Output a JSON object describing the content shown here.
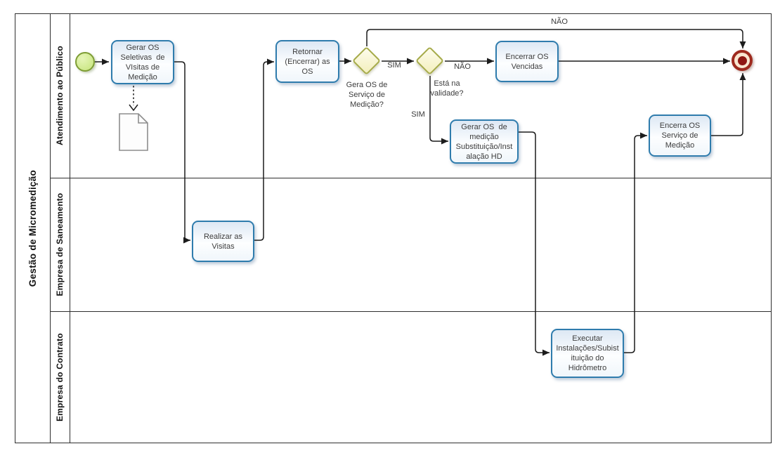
{
  "diagram": {
    "pool": {
      "title": "Gestão de Micromedição",
      "lanes": [
        {
          "id": "atendimento",
          "label": "Atendimento ao Público"
        },
        {
          "id": "saneamento",
          "label": "Empresa de Saneamento"
        },
        {
          "id": "contrato",
          "label": "Empresa do Contrato"
        }
      ]
    },
    "nodes": {
      "start_event": {
        "type": "start-event",
        "lane": "atendimento"
      },
      "task_gerar_os_seletivas": {
        "type": "task",
        "lane": "atendimento",
        "label": [
          "Gerar OS",
          "Seletivas  de",
          "VIsitas de",
          "Medição"
        ]
      },
      "document_object": {
        "type": "data-object",
        "lane": "atendimento"
      },
      "task_realizar_visitas": {
        "type": "task",
        "lane": "saneamento",
        "label": [
          "Realizar as",
          "Visitas"
        ]
      },
      "task_retornar_encerrar_os": {
        "type": "task",
        "lane": "atendimento",
        "label": [
          "Retornar",
          "(Encerrar) as",
          "OS"
        ]
      },
      "gateway_gera_os_servico": {
        "type": "gateway",
        "lane": "atendimento",
        "label": [
          "Gera OS de",
          "Serviço de",
          "Medição?"
        ]
      },
      "gateway_esta_na_validade": {
        "type": "gateway",
        "lane": "atendimento",
        "label": [
          "Está na",
          "validade?"
        ]
      },
      "task_encerrar_os_vencidas": {
        "type": "task",
        "lane": "atendimento",
        "label": [
          "Encerrar OS",
          "Vencidas"
        ]
      },
      "task_gerar_os_medicao": {
        "type": "task",
        "lane": "atendimento",
        "label": [
          "Gerar OS  de",
          "medição",
          "Substituição/Inst",
          "alação HD"
        ]
      },
      "task_encerra_os_servico": {
        "type": "task",
        "lane": "atendimento",
        "label": [
          "Encerra OS",
          "Serviço de",
          "Medição"
        ]
      },
      "task_executar_instalacoes": {
        "type": "task",
        "lane": "contrato",
        "label": [
          "Executar",
          "Instalações/Subist",
          "ituição do",
          "Hidrômetro"
        ]
      },
      "end_event": {
        "type": "end-event",
        "lane": "atendimento"
      }
    },
    "flow_labels": {
      "nao_top": "NÃO",
      "sim_gateway1": "SIM",
      "nao_gateway2": "NÃO",
      "sim_gateway2": "SIM"
    },
    "colors": {
      "task_border": "#2f7cad",
      "task_fill": "#eaf1f8",
      "gateway_border": "#a6ab49",
      "gateway_fill": "#f6f3c8",
      "start_event_border": "#7e9d35",
      "start_event_fill": "#d5ec95",
      "end_event_ring": "#9e2a1e",
      "end_event_center": "#8f1713",
      "end_event_inner_ring": "#f9e6d0",
      "flow_line": "#1c1c1c",
      "lane_line": "#2e2e2e"
    }
  }
}
